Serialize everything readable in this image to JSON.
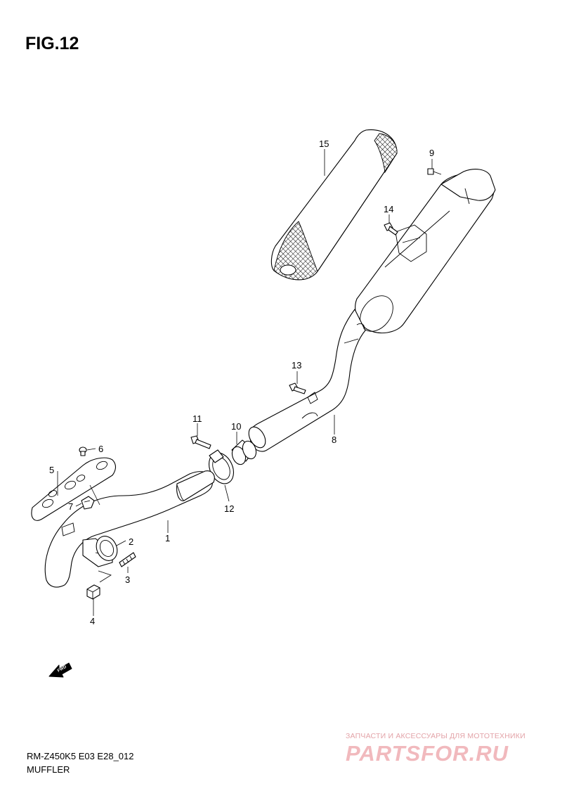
{
  "figure_title": "FIG.12",
  "callouts": {
    "p1": "1",
    "p2": "2",
    "p3": "3",
    "p4": "4",
    "p5": "5",
    "p6": "6",
    "p7": "7",
    "p8": "8",
    "p9": "9",
    "p10": "10",
    "p11": "11",
    "p12": "12",
    "p13": "13",
    "p14": "14",
    "p15": "15"
  },
  "direction_label": "FWD",
  "footer": {
    "model_code": "RM-Z450K5 E03 E28_012",
    "section_name": "MUFFLER"
  },
  "watermark": {
    "tagline": "ЗАПЧАСТИ И АКСЕССУАРЫ ДЛЯ МОТОТЕХНИКИ",
    "brand": "PARTSFOR.RU",
    "color": "#f1b9bd"
  }
}
